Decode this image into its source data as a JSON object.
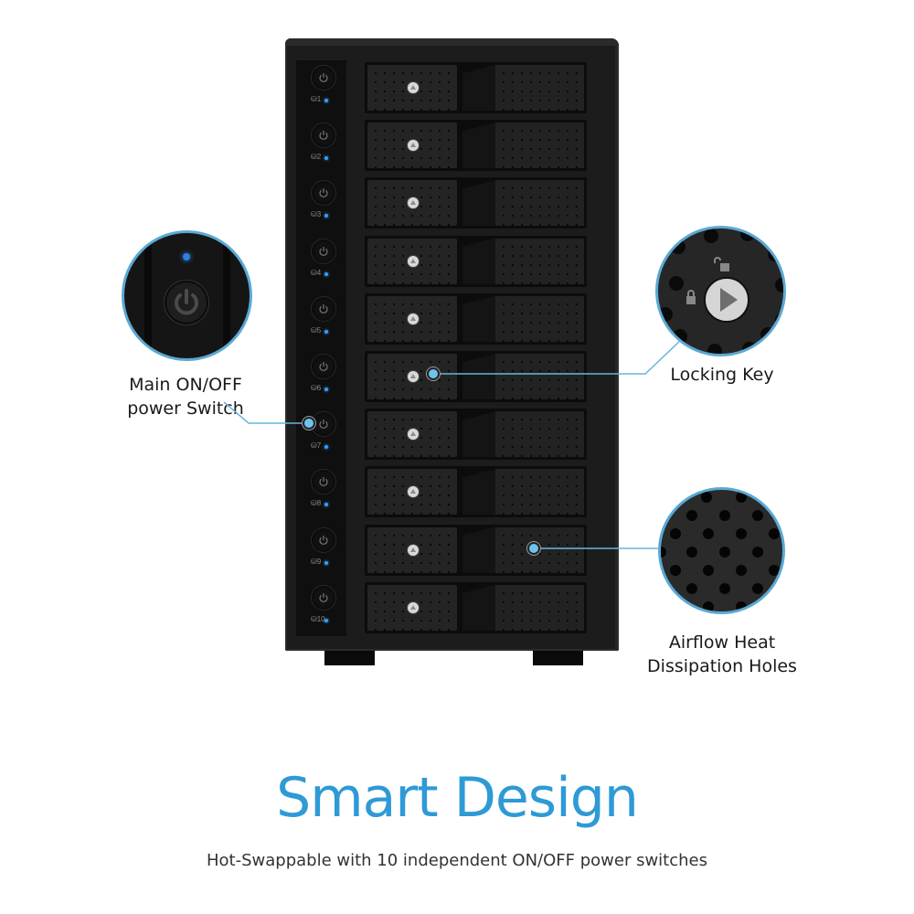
{
  "product": {
    "bays": [
      {
        "label": "1"
      },
      {
        "label": "2"
      },
      {
        "label": "3"
      },
      {
        "label": "4"
      },
      {
        "label": "5"
      },
      {
        "label": "6"
      },
      {
        "label": "7"
      },
      {
        "label": "8"
      },
      {
        "label": "9"
      },
      {
        "label": "10"
      }
    ],
    "led_color": "#3a9bff"
  },
  "callouts": {
    "power": {
      "line1": "Main ON/OFF",
      "line2": "power Switch",
      "icon": "power-icon"
    },
    "lock": {
      "line1": "Locking Key",
      "icon": "lock-key-icon"
    },
    "airflow": {
      "line1": "Airflow Heat",
      "line2": "Dissipation Holes",
      "icon": "vent-holes-icon"
    },
    "accent_color": "#5aa9d4"
  },
  "heading": {
    "title": "Smart Design",
    "subtitle": "Hot-Swappable with 10 independent ON/OFF power switches",
    "title_color": "#2e9ad6"
  }
}
